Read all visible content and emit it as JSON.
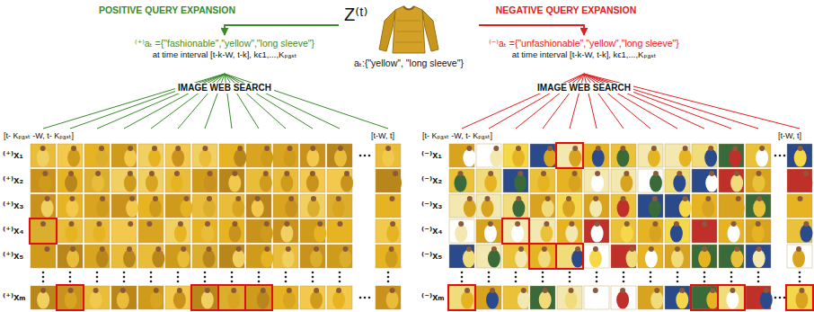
{
  "diagram": {
    "nodes": [
      {
        "text": [
          "Z⁽ᵗ⁾",
          "aₜ:{\"yellow\", \"long sleeve\"}"
        ]
      },
      {
        "text": [
          "⁽⁺⁾aₜ ={\"fashionable\",\"yellow\",\"long sleeve\"}",
          "at time interval [t-k-W, t-k], kϵ1,...,Kₚₐₛₜ"
        ]
      },
      {
        "text": [
          "⁽⁻⁾aₜ ={\"unfashionable\",\"yellow\",\"long sleeve\"}",
          "at time interval [t-k-W, t-k], kϵ1,...,Kₚₐₛₜ"
        ]
      }
    ],
    "edges": [
      {
        "from": 0,
        "to": 1,
        "arrow": "to",
        "label": "POSITIVE QUERY EXPANSION"
      },
      {
        "from": 0,
        "to": 2,
        "arrow": "to",
        "label": "NEGATIVE QUERY EXPANSION"
      }
    ],
    "labels": [
      "IMAGE WEB SEARCH",
      "[t- Kₚₐₛₜ -W, t- Kₚₐₛₜ]",
      "[t-W, t]",
      "⁽⁺⁾x₁",
      "⁽⁺⁾x₂",
      "⁽⁺⁾x₃",
      "⁽⁺⁾x₄",
      "⁽⁺⁾x₅",
      "⁽⁺⁾xₘ",
      "IMAGE WEB SEARCH",
      "[t- Kₚₐₛₜ -W, t- Kₚₐₛₜ]",
      "[t-W, t]",
      "⁽⁻⁾x₁",
      "⁽⁻⁾x₂",
      "⁽⁻⁾x₃",
      "⁽⁻⁾x₄",
      "⁽⁻⁾x₅",
      "⁽⁻⁾xₘ"
    ]
  }
}
